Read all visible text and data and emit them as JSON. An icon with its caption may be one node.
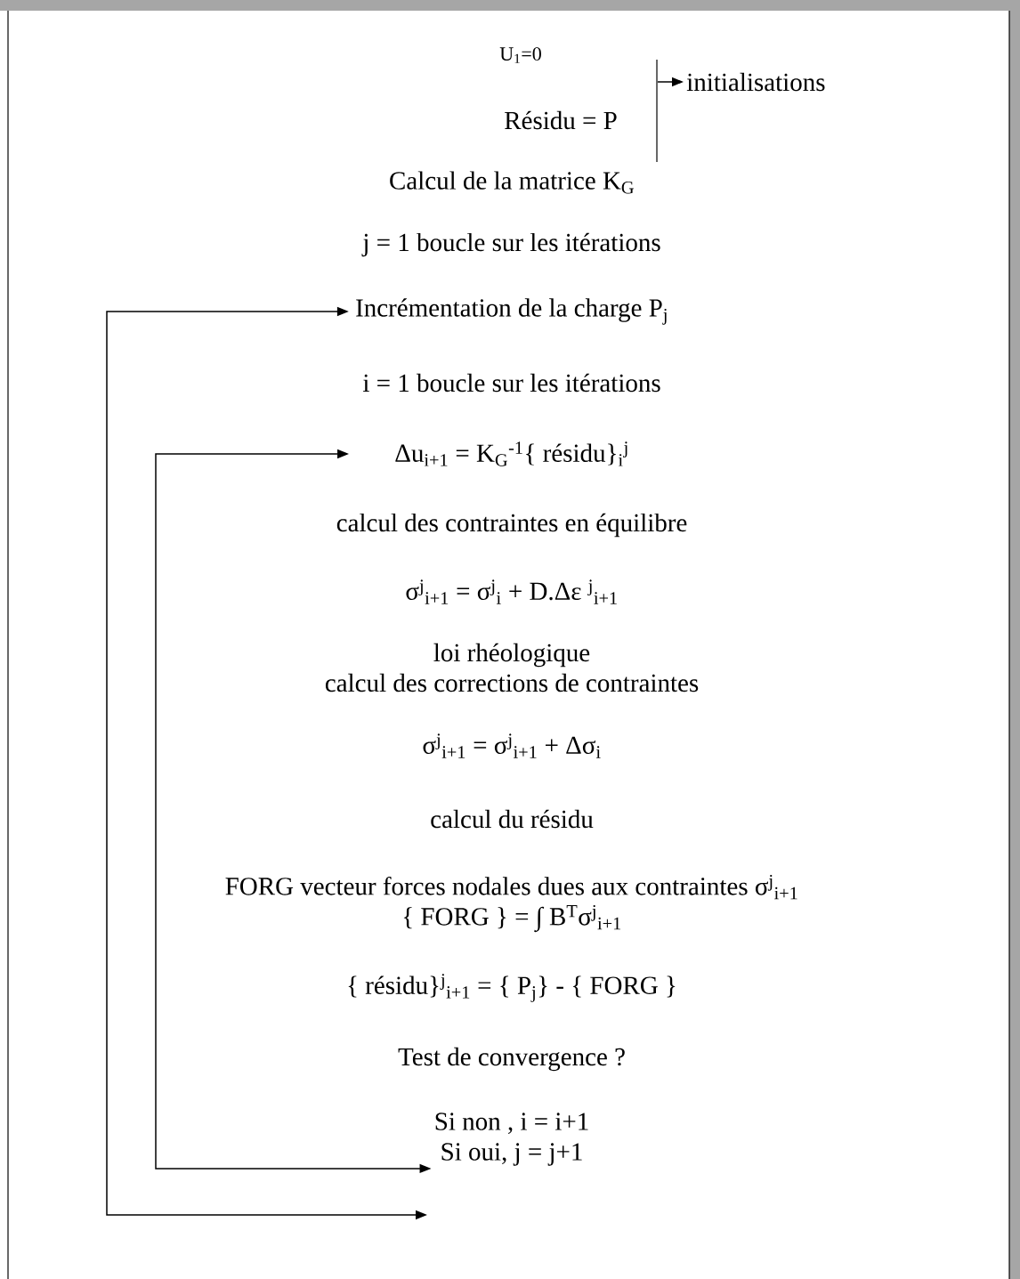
{
  "diagram": {
    "nodes": [
      {
        "text": [
          "U$_{1}$=0"
        ]
      },
      {
        "text": [
          "Résidu = P"
        ]
      },
      {
        "text": [
          "initialisations"
        ]
      },
      {
        "text": [
          "Calcul de la matrice K$_{G}$"
        ]
      },
      {
        "text": [
          "j = 1 boucle sur les itérations"
        ]
      },
      {
        "text": [
          "Incrémentation de la charge P$_{j}$"
        ]
      },
      {
        "text": [
          "i = 1 boucle sur les itérations"
        ]
      },
      {
        "text": [
          "Δu$_{i+1}$ = K$_{G}$$^{-1}${ résidu}$_{i}$$^{j}$"
        ]
      },
      {
        "text": [
          "calcul des contraintes en équilibre"
        ]
      },
      {
        "text": [
          "σ$^{j}$$_{i+1}$ = σ$^{j}$$_{i}$ + D.Δε $^{j}$$_{i+1}$"
        ]
      },
      {
        "text": [
          "loi rhéologique",
          "calcul des corrections de contraintes"
        ]
      },
      {
        "text": [
          "σ$^{j}$$_{i+1}$ = σ$^{j}$$_{i+1}$ + Δσ$_{i}$"
        ]
      },
      {
        "text": [
          "calcul du résidu"
        ]
      },
      {
        "text": [
          "FORG vecteur forces nodales dues aux contraintes σ$^{j}$$_{i+1}$",
          "{ FORG } = ∫ B$^{T}$σ$^{j}$$_{i+1}$"
        ]
      },
      {
        "text": [
          "{ résidu}$^{j}$$_{i+1}$ = { P$_{j}$} - { FORG }"
        ]
      },
      {
        "text": [
          "Test de convergence ?"
        ]
      },
      {
        "text": [
          "Si non , i = i+1",
          "Si oui, j = j+1"
        ]
      }
    ],
    "edges": [
      {
        "from": null,
        "to": 2,
        "arrow": "to"
      },
      {
        "from": 16,
        "to": 7,
        "arrow": "both"
      },
      {
        "from": null,
        "to": 5,
        "arrow": "both"
      }
    ]
  }
}
